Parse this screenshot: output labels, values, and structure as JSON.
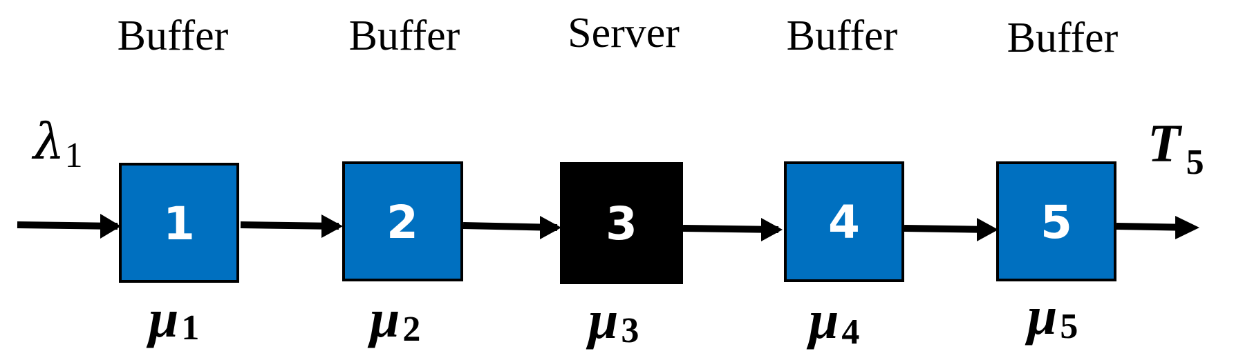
{
  "labels": {
    "role_1": "Buffer",
    "role_2": "Buffer",
    "role_3": "Server",
    "role_4": "Buffer",
    "role_5": "Buffer"
  },
  "nodes": [
    {
      "number": "1",
      "rate_symbol": "μ",
      "rate_sub": "1",
      "fill": "#0070C0"
    },
    {
      "number": "2",
      "rate_symbol": "μ",
      "rate_sub": "2",
      "fill": "#0070C0"
    },
    {
      "number": "3",
      "rate_symbol": "μ",
      "rate_sub": "3",
      "fill": "#000000"
    },
    {
      "number": "4",
      "rate_symbol": "μ",
      "rate_sub": "4",
      "fill": "#0070C0"
    },
    {
      "number": "5",
      "rate_symbol": "μ",
      "rate_sub": "5",
      "fill": "#0070C0"
    }
  ],
  "input": {
    "symbol": "λ",
    "sub": "1"
  },
  "output": {
    "symbol": "T",
    "sub": "5"
  },
  "colors": {
    "buffer_fill": "#0070C0",
    "server_fill": "#000000",
    "box_stroke": "#000000",
    "arrow": "#000000"
  }
}
